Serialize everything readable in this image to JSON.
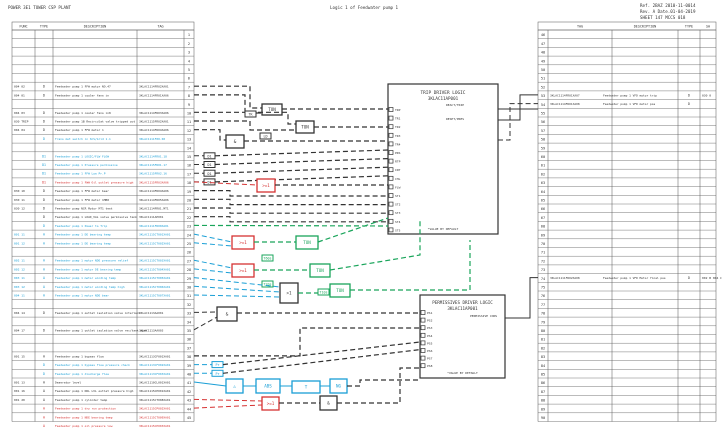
{
  "header": {
    "left": "POWER 3E1 TOWER CSP PLANT",
    "center": "Logic 1 of Feedwater pump 1",
    "right_lines": [
      "Ref. 2BAZ 2010-11-0014",
      "Rev. A Date.01-04-2019",
      "SHEET 147 MCCS 018"
    ]
  },
  "columns_left": [
    "FUNC",
    "TYPE",
    "DESCRIPTION",
    "TAG"
  ],
  "columns_right": [
    "TAG",
    "DESCRIPTION",
    "TYPE",
    "SA"
  ],
  "row_numbers_left": [
    1,
    2,
    3,
    4,
    5,
    6,
    7,
    8,
    9,
    10,
    11,
    12,
    13,
    14,
    15,
    16,
    17,
    18,
    19,
    20,
    21,
    22,
    23,
    24,
    25,
    26,
    27,
    28,
    29,
    30,
    31,
    32,
    33,
    34,
    35,
    36,
    37,
    38,
    39,
    40,
    41,
    42,
    43,
    44,
    45
  ],
  "row_numbers_right": [
    46,
    47,
    48,
    49,
    50,
    51,
    52,
    53,
    54,
    55,
    56,
    57,
    58,
    59,
    60,
    61,
    62,
    63,
    64,
    65,
    66,
    67,
    68,
    69,
    70,
    71,
    72,
    73,
    74,
    75,
    76,
    77,
    78,
    79,
    80,
    81,
    82,
    83,
    84,
    85,
    86,
    87,
    88,
    89,
    90
  ],
  "rows_left": [
    {
      "row": 7,
      "func": "004 02",
      "type": "D",
      "desc": "Feedwater pump 1 FFW motor NO.47",
      "tag": "3KLAC1114FR02XA01",
      "color": "#333333"
    },
    {
      "row": 8,
      "func": "004 01",
      "type": "D",
      "desc": "Feedwater pump 1 cooler fans in",
      "tag": "3KLAC1114FR01XA06",
      "color": "#333333"
    },
    {
      "row": 10,
      "func": "004 03",
      "type": "D",
      "desc": "Feedwater pump 1 cooler fans in8",
      "tag": "3KLAC1114FR03XA06",
      "color": "#333333"
    },
    {
      "row": 11,
      "func": "030 TRIP",
      "type": "D",
      "desc": "Feedwater pump 1B Recirculat valve tripped out",
      "tag": "3KLAC1115FR02XA01",
      "color": "#333333"
    },
    {
      "row": 12,
      "func": "004 04",
      "type": "D",
      "desc": "Feedwater pump 1 FFW motor 1",
      "tag": "3KLAC1114FR04XA06",
      "color": "#333333"
    },
    {
      "row": 13,
      "func": "",
      "type": "D",
      "desc": "Trans mot switch in SCS/Grid 1.1",
      "tag": "3KLAC1111F00.00",
      "color": "#1a9fd6"
    },
    {
      "row": 15,
      "func": "",
      "type": "D1",
      "desc": "Feedwater pump 1 LOGIC/FLW FLOW",
      "tag": "3KLAC1114FR01.18",
      "color": "#1a9fd6"
    },
    {
      "row": 16,
      "func": "",
      "type": "D1",
      "desc": "Feedwater pump 1 Pressure permissive",
      "tag": "3KLAC1115FR01.17",
      "color": "#1a9fd6"
    },
    {
      "row": 17,
      "func": "",
      "type": "D1",
      "desc": "Feedwater pump 1 FFW Low Pr.P",
      "tag": "3KLAC1115FR02.16",
      "color": "#1a9fd6"
    },
    {
      "row": 18,
      "func": "",
      "type": "D1",
      "desc": "Feedwater pump 1 FWW Oil outlet pressure high",
      "tag": "3KLAC1115FR03XA06",
      "color": "#d63232"
    },
    {
      "row": 19,
      "func": "030 10",
      "type": "D",
      "desc": "Feedwater pump 1 FFW motor bear",
      "tag": "3KLAC1114FR04XA06",
      "color": "#333333"
    },
    {
      "row": 20,
      "func": "030 11",
      "type": "D",
      "desc": "Feedwater pump 1 FFW motor 1MB8",
      "tag": "3KLAC1114FR05XA06",
      "color": "#333333"
    },
    {
      "row": 21,
      "func": "030 12",
      "type": "D",
      "desc": "Feedwater pump NCR Motor MT1 test",
      "tag": "3KLAC1114FR01.MT1",
      "color": "#333333"
    },
    {
      "row": 22,
      "func": "",
      "type": "D",
      "desc": "Feedwater pump 1 LOAD_VAL valve permissive tank",
      "tag": "3KLAC1111AP001",
      "color": "#333333"
    },
    {
      "row": 23,
      "func": "",
      "type": "D",
      "desc": "Feedwater pump 1 Power to Trip",
      "tag": "3KLAC1111FR00XA01",
      "color": "#1a9fd6"
    },
    {
      "row": 24,
      "func": "001 11",
      "type": "A",
      "desc": "Feedwater pump 1 DE bearing temp",
      "tag": "3KLAC1115CT001XA01",
      "color": "#1a9fd6"
    },
    {
      "row": 25,
      "func": "001 12",
      "type": "A",
      "desc": "Feedwater pump 1 DE bearing temp",
      "tag": "3KLAC1115CT002XA01",
      "color": "#1a9fd6"
    },
    {
      "row": 27,
      "func": "002 11",
      "type": "A",
      "desc": "Feedwater pump 1 motor NDE pressure relief",
      "tag": "3KLAC1115CT003XA01",
      "color": "#1a9fd6"
    },
    {
      "row": 28,
      "func": "002 12",
      "type": "A",
      "desc": "Feedwater pump 1 motor DE bearing temp",
      "tag": "3KLAC1115CT004XA01",
      "color": "#1a9fd6"
    },
    {
      "row": 29,
      "func": "003 11",
      "type": "A",
      "desc": "Feedwater pump 1 motor winding temp",
      "tag": "3KLAC1115CT005XA01",
      "color": "#1a9fd6"
    },
    {
      "row": 30,
      "func": "003 12",
      "type": "A",
      "desc": "Feedwater pump 1 motor winding temp high",
      "tag": "3KLAC1115CT006XA01",
      "color": "#1a9fd6"
    },
    {
      "row": 31,
      "func": "004 11",
      "type": "A",
      "desc": "Feedwater pump 1 motor NDE bear",
      "tag": "3KLAC1115CT007XA01",
      "color": "#1a9fd6"
    },
    {
      "row": 33,
      "func": "004 14",
      "type": "D",
      "desc": "Feedwater pump 1 outlet isolation valve interlock",
      "tag": "3KLAC1113AA001",
      "color": "#333333"
    },
    {
      "row": 35,
      "func": "004 17",
      "type": "D",
      "desc": "Feedwater pump 1 outlet isolation valve rec/tank open",
      "tag": "3KLAC1113AA003",
      "color": "#333333"
    },
    {
      "row": 38,
      "func": "001 15",
      "type": "A",
      "desc": "Feedwater pump 1 bypass flow",
      "tag": "3KLAC1113CF001XA01",
      "color": "#333333"
    },
    {
      "row": 39,
      "func": "",
      "type": "D",
      "desc": "Feedwater pump 1 bypass flow pressure check",
      "tag": "3KLAC1113CF002XA01",
      "color": "#1a9fd6"
    },
    {
      "row": 40,
      "func": "",
      "type": "D",
      "desc": "Feedwater pump 1 discharge flow",
      "tag": "3KLAC1113CF003XA01",
      "color": "#1a9fd6"
    },
    {
      "row": 41,
      "func": "001 13",
      "type": "A",
      "desc": "Deaerator level",
      "tag": "3KLAC1110CL001XA01",
      "color": "#333333"
    },
    {
      "row": 42,
      "func": "001 16",
      "type": "A",
      "desc": "Feedwater pump 1 DRL LVL outlet pressure high",
      "tag": "3KLAC1115CP001XA01",
      "color": "#333333"
    },
    {
      "row": 43,
      "func": "001 20",
      "type": "A",
      "desc": "Feedwater pump 1 cylinder temp",
      "tag": "3KLAC1115CT008XA01",
      "color": "#333333"
    },
    {
      "row": 44,
      "func": "",
      "type": "A",
      "desc": "Feedwater pump 1 dry run protection",
      "tag": "3KLAC1115CP002XA01",
      "color": "#d63232"
    },
    {
      "row": 45,
      "func": "",
      "type": "A",
      "desc": "Feedwater pump 1 NDE bearing temp",
      "tag": "3KLAC1115CT009XA01",
      "color": "#d63232"
    },
    {
      "row": 46,
      "func": "",
      "type": "A",
      "desc": "Feedwater pump 1 oil pressure low",
      "tag": "3KLAC1115CP003XA01",
      "color": "#d63232"
    }
  ],
  "rows_right": [
    {
      "row": 53,
      "tag": "3KLAC1114FR01XA07",
      "desc": "Feedwater pump 1 VFD motor trip",
      "type": "D",
      "sa": "030 0"
    },
    {
      "row": 54,
      "tag": "3KLAC1114FR01XA08",
      "desc": "Feedwater pump 1 VFD motor pos",
      "type": "D",
      "sa": ""
    },
    {
      "row": 74,
      "tag": "3KLAC1111FR02XA08",
      "desc": "Feedwater pump 1 VFD Motor final pos",
      "type": "D",
      "sa": "002 B 004 C"
    }
  ],
  "trip_block": {
    "title": "TRIP DRIVER LOGIC",
    "tag": "3KLAC11AP001",
    "out1": "REACT/TRIP",
    "out2": "RESET/PRES",
    "pins": [
      "TRP",
      "TR1",
      "TR2",
      "TR3",
      "TR4",
      "PRS",
      "RTP",
      "INT",
      "CHL",
      "FLW",
      "ST1",
      "ST2",
      "ST3",
      "ST4",
      "ST5"
    ],
    "footer": "*VALUE BY DEFAULT"
  },
  "perm_block": {
    "title": "PERMISSIVES DRIVER LOGIC",
    "tag": "3KLAC11AP001",
    "out1": "PERMISSIVE CONS",
    "pins": [
      "PS1",
      "PS2",
      "PS3",
      "PS4",
      "PS5",
      "PS6",
      "PS7",
      "PS8"
    ],
    "footer": "*VALUE BY DEFAULT"
  },
  "gates": {
    "ton": "TON",
    "and": "&",
    "gt1": ">=1",
    "ge1": ">=1",
    "or1": ">1",
    "delta": "△",
    "abs": "ABS",
    "t": "T",
    "noop": "NG"
  },
  "labels": {
    "tk": "TK",
    "ld": "LD",
    "t60": "T60s",
    "t20": "T20s",
    "t10": "T10s",
    "pr": "Pr",
    "m1": "M1"
  },
  "colors": {
    "black": "#333333",
    "blue": "#1a9fd6",
    "green": "#1aa55b",
    "red": "#d63232",
    "grid": "#555555"
  }
}
